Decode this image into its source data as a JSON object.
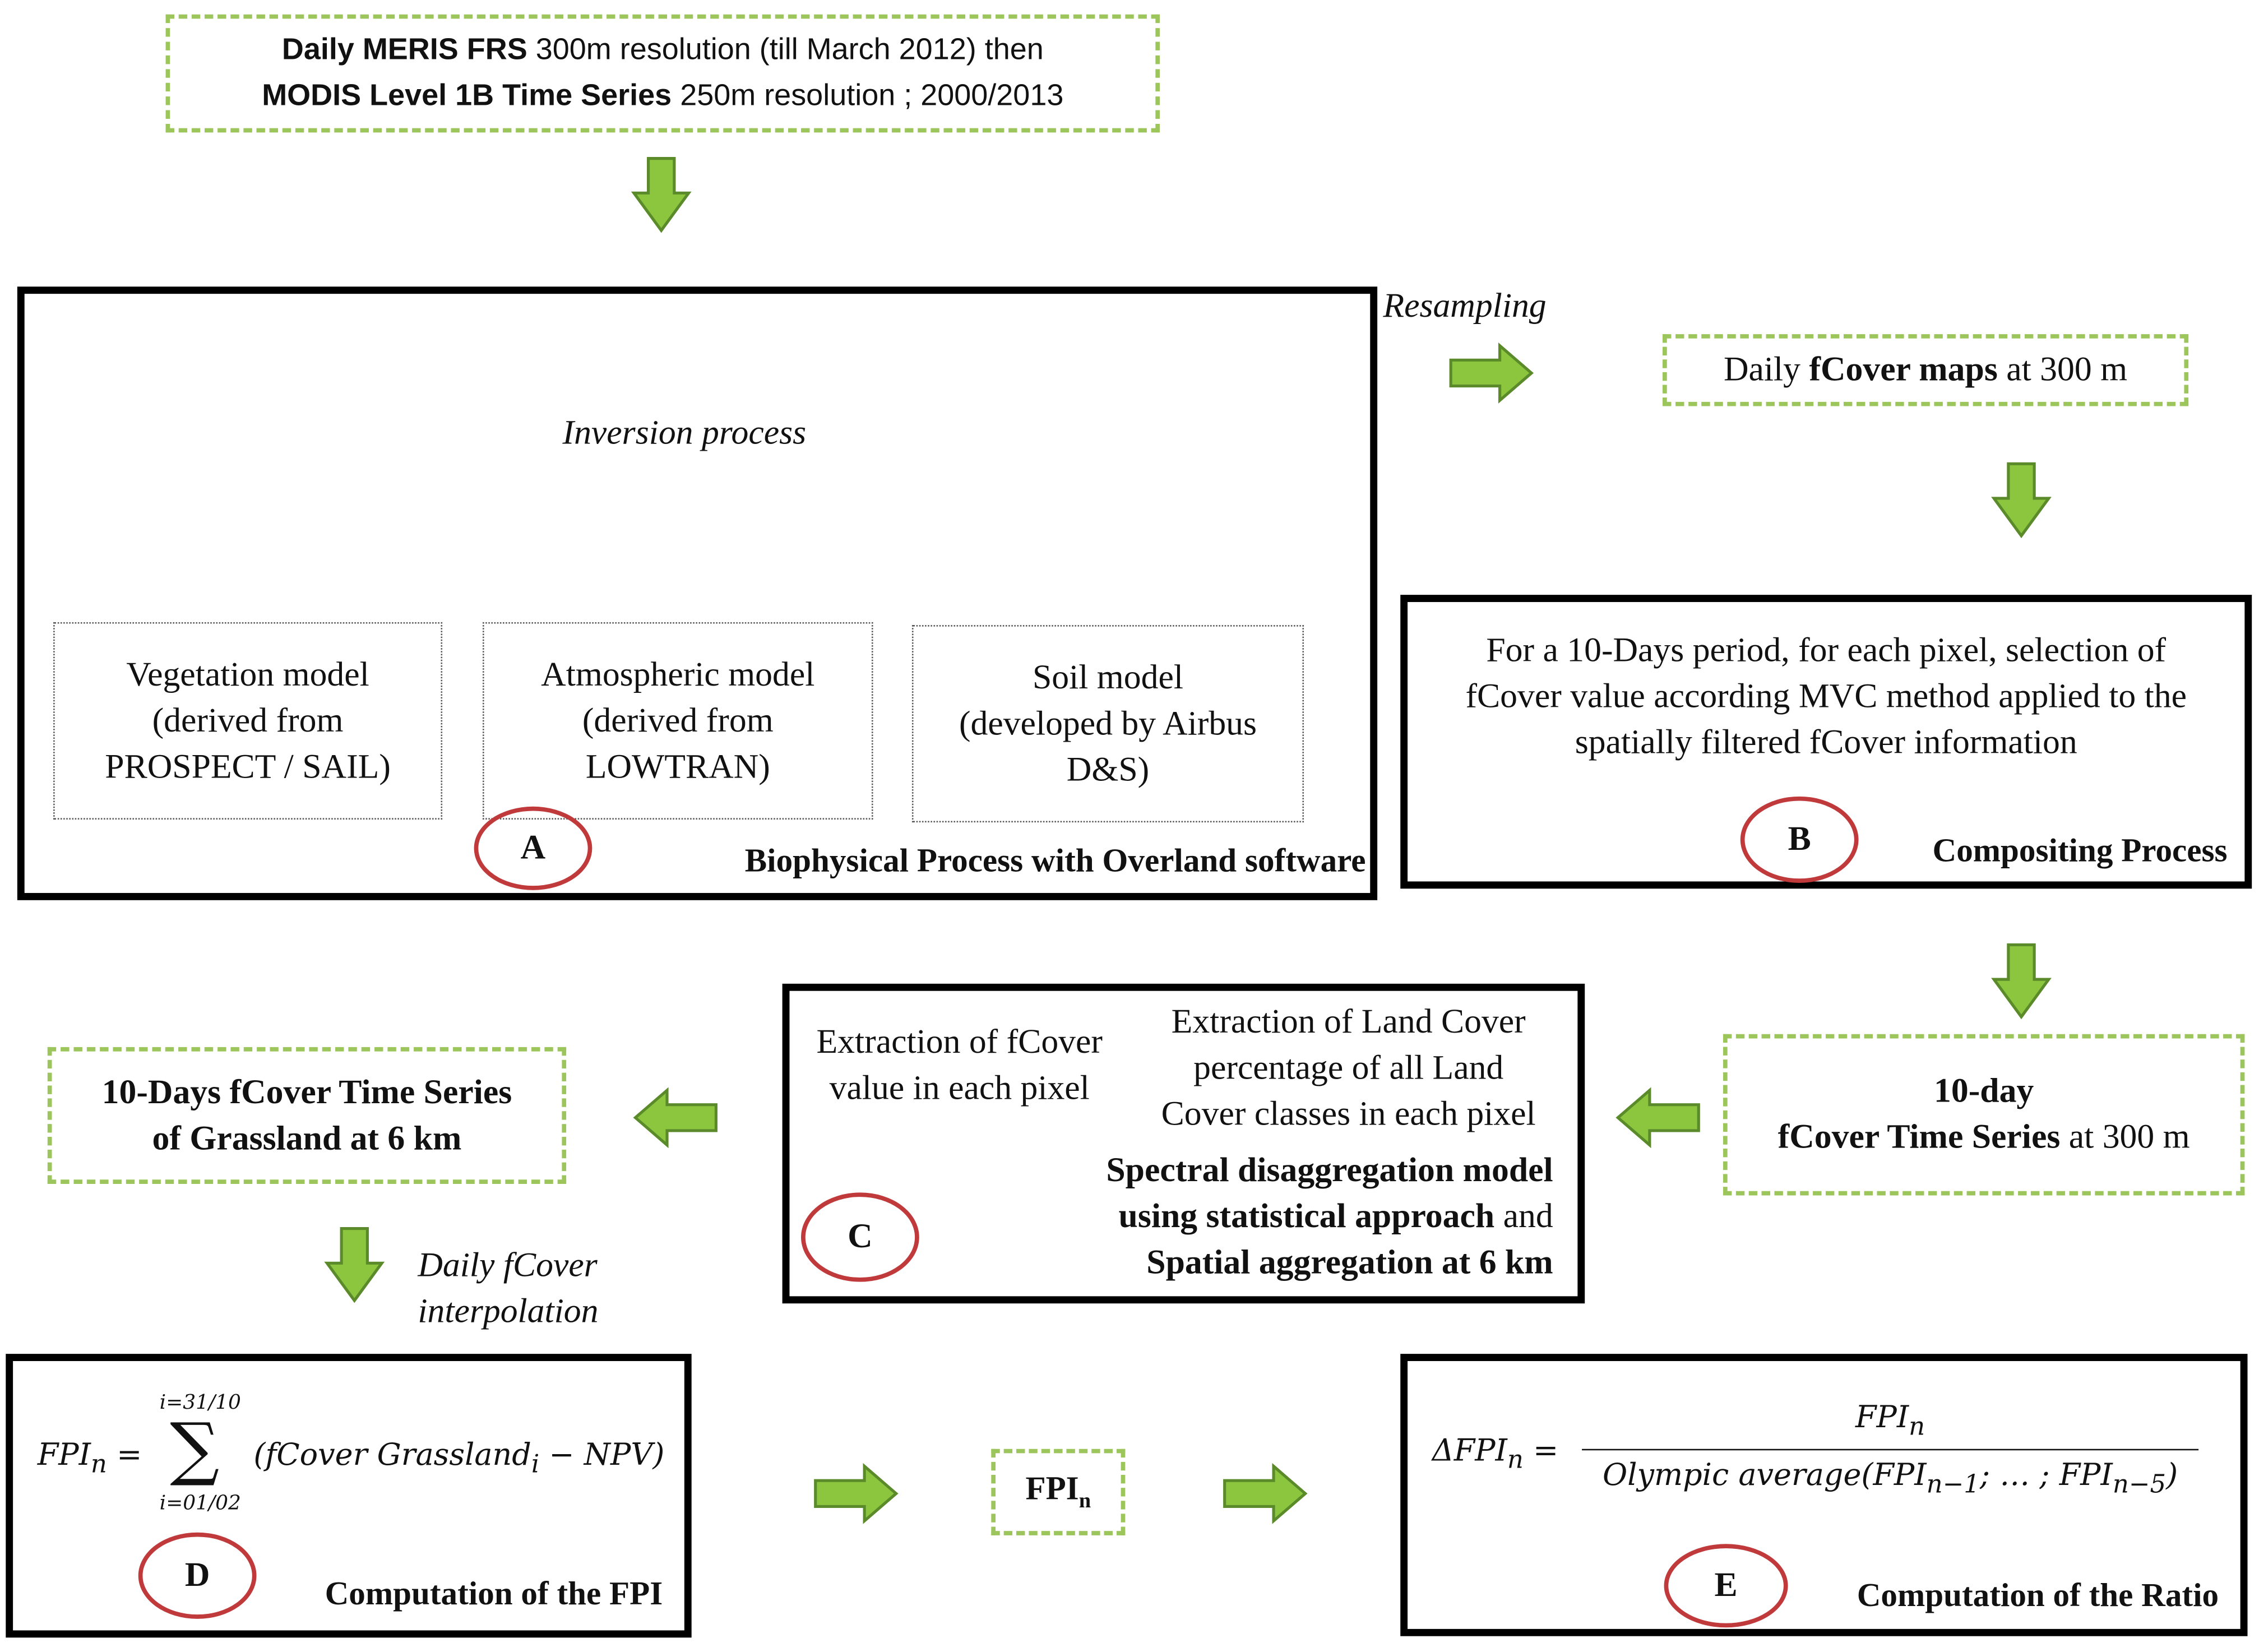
{
  "source": {
    "line1_b1": "Daily MERIS FRS",
    "line1_rest": " 300m resolution  (till March 2012) then",
    "line2_b1": "MODIS Level 1B  Time Series",
    "line2_rest": " 250m resolution ; 2000/2013"
  },
  "process_a": {
    "cycle_label": "Inversion process",
    "models": [
      {
        "lines": [
          "Vegetation model",
          "(derived from",
          "PROSPECT / SAIL)"
        ]
      },
      {
        "lines": [
          "Atmospheric model",
          "(derived from",
          "LOWTRAN)"
        ]
      },
      {
        "lines": [
          "Soil model",
          "(developed by Airbus",
          "D&S)"
        ]
      }
    ],
    "letter": "A",
    "caption": "Biophysical Process with Overland software"
  },
  "resampling_label": "Resampling",
  "daily_maps": {
    "pre": "Daily ",
    "bold": "fCover maps",
    "post": " at 300 m"
  },
  "process_b": {
    "lines": [
      "For a 10-Days period, for each pixel, selection of",
      "fCover value according MVC method applied to the",
      "spatially filtered fCover information"
    ],
    "letter": "B",
    "caption": "Compositing Process"
  },
  "ts_300": {
    "line1": "10-day",
    "line2": "fCover Time Series",
    "line2_post": " at 300 m"
  },
  "process_c": {
    "left_lines": [
      "Extraction of fCover",
      "value in each pixel"
    ],
    "right_lines": [
      "Extraction of Land Cover",
      "percentage of all Land",
      "Cover classes in each pixel"
    ],
    "b1": "Spectral disaggregation model",
    "b2": "using statistical approach",
    "b2_post": " and",
    "b3": "Spatial aggregation at 6 km",
    "letter": "C"
  },
  "ts_6km": {
    "line1": "10-Days fCover Time Series",
    "line2": "of Grassland at 6 km"
  },
  "interp": {
    "line1": "Daily fCover",
    "line2": "interpolation"
  },
  "process_d": {
    "f_lhs": "FPI",
    "f_sub": "n",
    "f_eq": " =",
    "sum_top": "i=31/10",
    "sum_bot": "i=01/02",
    "sum_sym": "∑",
    "f_body": "(fCover Grassland",
    "f_body_sub": "i",
    "f_body_end": " − NPV)",
    "letter": "D",
    "caption": "Computation of the FPI"
  },
  "fpi_box": {
    "main": "FPI",
    "sub": "n"
  },
  "process_e": {
    "lhs": "ΔFPI",
    "lhs_sub": "n",
    "eq": " =",
    "num": "FPI",
    "num_sub": "n",
    "den_a": "Olympic average(FPI",
    "den_a_sub": "n−1",
    "den_mid": "; … ; FPI",
    "den_b_sub": "n−5",
    "den_end": ")",
    "letter": "E",
    "caption": "Computation of the Ratio"
  },
  "colors": {
    "arrow_fill": "#8cc63f",
    "arrow_stroke": "#5a8a2a",
    "dash": "#9cc55c",
    "circle": "#c0393b",
    "cycle_fill": "#fdf3d0",
    "cycle_stroke": "#7a7a6a"
  }
}
